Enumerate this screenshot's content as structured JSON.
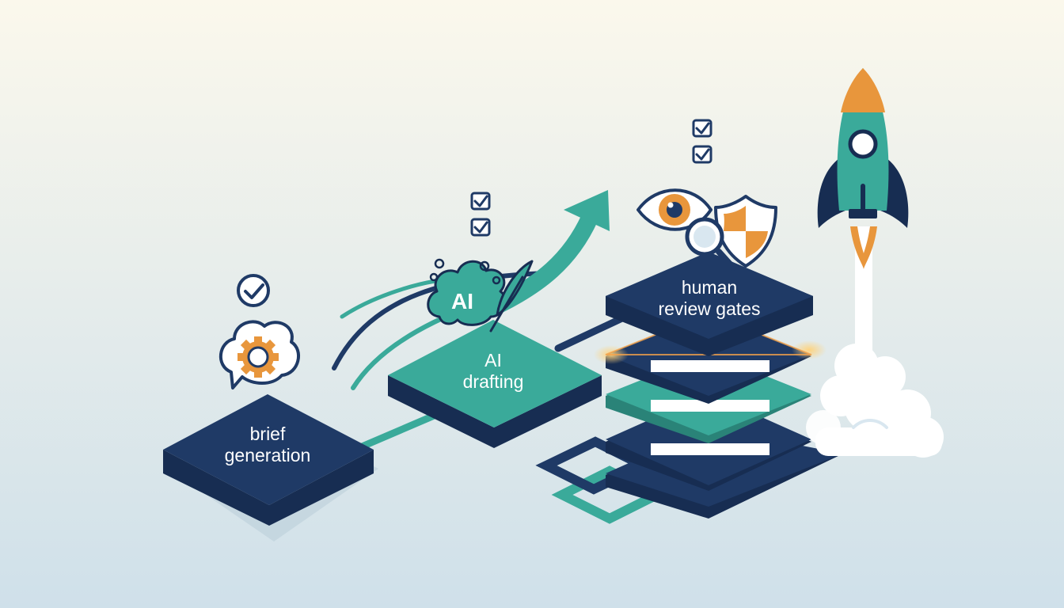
{
  "stages": [
    {
      "line1": "brief",
      "line2": "generation"
    },
    {
      "line1": "AI",
      "line2": "drafting"
    },
    {
      "line1": "human",
      "line2": "review gates"
    }
  ],
  "ai_badge": "AI",
  "colors": {
    "navy": "#1f3a66",
    "navy_dark": "#172d52",
    "teal": "#3aaa9a",
    "teal_dark": "#2a8378",
    "orange": "#e8963c",
    "bg_top": "#fbf8ec",
    "bg_bottom": "#cfe0ea",
    "label_light": "#ffffff",
    "label_dark": "#1f3a66"
  },
  "icons": [
    "check-circle-icon",
    "speech-gear-icon",
    "ai-brain-icon",
    "quill-icon",
    "eye-icon",
    "magnifier-icon",
    "shield-icon",
    "checkbox-icon",
    "rocket-icon",
    "cloud-icon"
  ]
}
